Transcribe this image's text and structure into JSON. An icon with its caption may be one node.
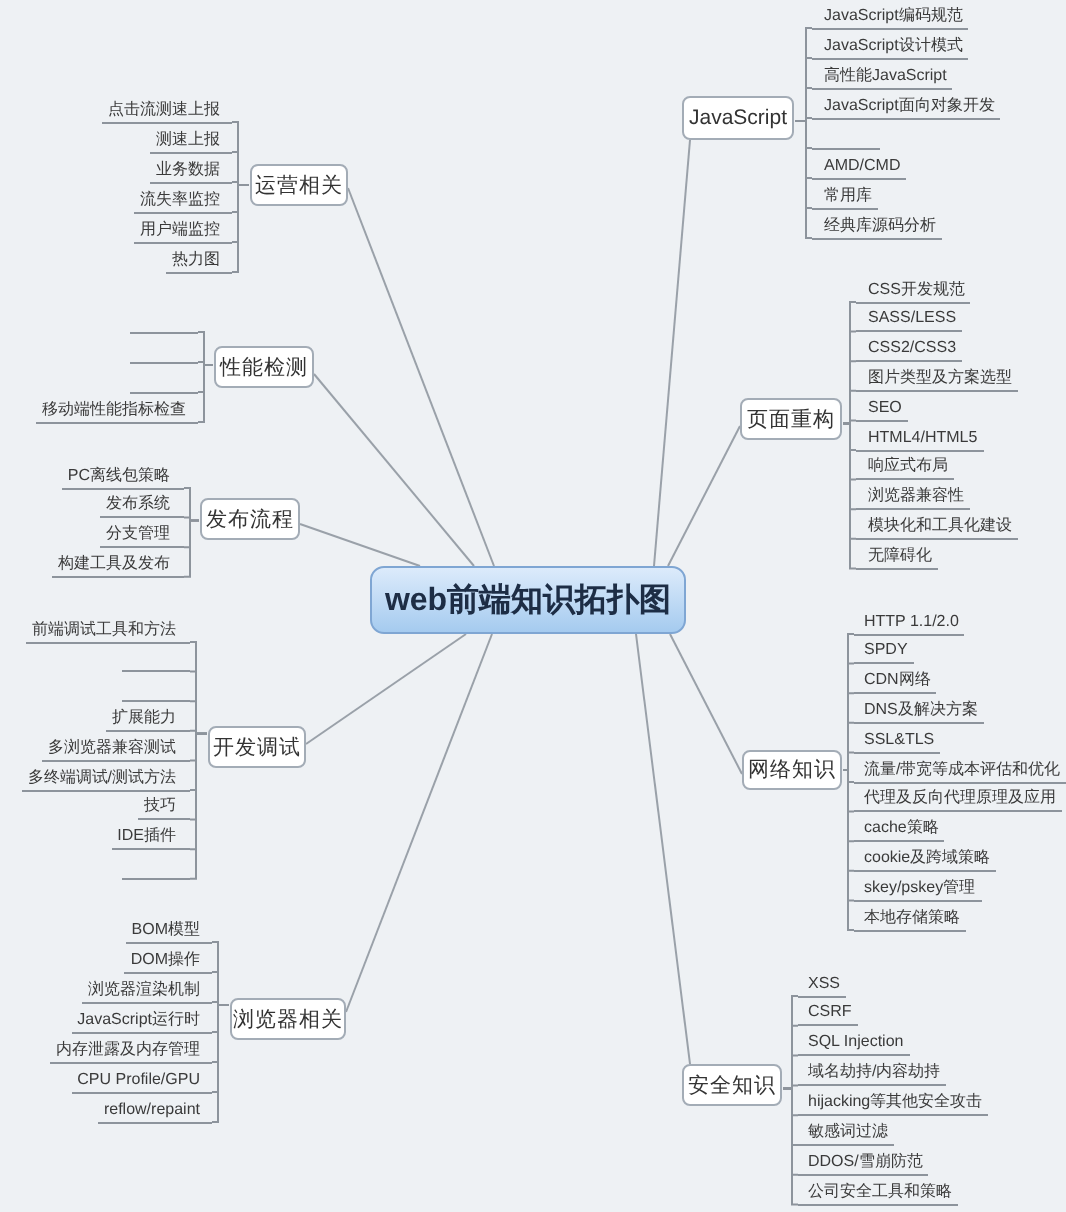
{
  "diagram": {
    "nodes": [
      {
        "text": [
          "web前端知识拓扑图"
        ]
      },
      {
        "text": [
          "JavaScript"
        ]
      },
      {
        "text": [
          "JavaScript编码规范"
        ]
      },
      {
        "text": [
          "JavaScript设计模式"
        ]
      },
      {
        "text": [
          "高性能JavaScript"
        ]
      },
      {
        "text": [
          "JavaScript面向对象开发"
        ]
      },
      {
        "text": [],
        "shape": "line"
      },
      {
        "text": [
          "AMD/CMD"
        ]
      },
      {
        "text": [
          "常用库"
        ]
      },
      {
        "text": [
          "经典库源码分析"
        ]
      },
      {
        "text": [
          "页面重构"
        ]
      },
      {
        "text": [
          "CSS开发规范"
        ]
      },
      {
        "text": [
          "SASS/LESS"
        ]
      },
      {
        "text": [
          "CSS2/CSS3"
        ]
      },
      {
        "text": [
          "图片类型及方案选型"
        ]
      },
      {
        "text": [
          "SEO"
        ]
      },
      {
        "text": [
          "HTML4/HTML5"
        ]
      },
      {
        "text": [
          "响应式布局"
        ]
      },
      {
        "text": [
          "浏览器兼容性"
        ]
      },
      {
        "text": [
          "模块化和工具化建设"
        ]
      },
      {
        "text": [
          "无障碍化"
        ]
      },
      {
        "text": [
          "网络知识"
        ]
      },
      {
        "text": [
          "HTTP 1.1/2.0"
        ]
      },
      {
        "text": [
          "SPDY"
        ]
      },
      {
        "text": [
          "CDN网络"
        ]
      },
      {
        "text": [
          "DNS及解决方案"
        ]
      },
      {
        "text": [
          "SSL&TLS"
        ]
      },
      {
        "text": [
          "流量/带宽等成本评估和优化"
        ]
      },
      {
        "text": [
          "代理及反向代理原理及应用"
        ]
      },
      {
        "text": [
          "cache策略"
        ]
      },
      {
        "text": [
          "cookie及跨域策略"
        ]
      },
      {
        "text": [
          "skey/pskey管理"
        ]
      },
      {
        "text": [
          "本地存储策略"
        ]
      },
      {
        "text": [
          "安全知识"
        ]
      },
      {
        "text": [
          "XSS"
        ]
      },
      {
        "text": [
          "CSRF"
        ]
      },
      {
        "text": [
          "SQL Injection"
        ]
      },
      {
        "text": [
          "域名劫持/内容劫持"
        ]
      },
      {
        "text": [
          "hijacking等其他安全攻击"
        ]
      },
      {
        "text": [
          "敏感词过滤"
        ]
      },
      {
        "text": [
          "DDOS/雪崩防范"
        ]
      },
      {
        "text": [
          "公司安全工具和策略"
        ]
      },
      {
        "text": [
          "运营相关"
        ]
      },
      {
        "text": [
          "点击流测速上报"
        ]
      },
      {
        "text": [
          "测速上报"
        ]
      },
      {
        "text": [
          "业务数据"
        ]
      },
      {
        "text": [
          "流失率监控"
        ]
      },
      {
        "text": [
          "用户端监控"
        ]
      },
      {
        "text": [
          "热力图"
        ]
      },
      {
        "text": [
          "性能检测"
        ]
      },
      {
        "text": [],
        "shape": "line"
      },
      {
        "text": [],
        "shape": "line"
      },
      {
        "text": [],
        "shape": "line"
      },
      {
        "text": [
          "移动端性能指标检查"
        ]
      },
      {
        "text": [
          "发布流程"
        ]
      },
      {
        "text": [
          "PC离线包策略"
        ]
      },
      {
        "text": [
          "发布系统"
        ]
      },
      {
        "text": [
          "分支管理"
        ]
      },
      {
        "text": [
          "构建工具及发布"
        ]
      },
      {
        "text": [
          "开发调试"
        ]
      },
      {
        "text": [
          "前端调试工具和方法"
        ]
      },
      {
        "text": [],
        "shape": "line"
      },
      {
        "text": [],
        "shape": "line"
      },
      {
        "text": [
          "扩展能力"
        ]
      },
      {
        "text": [
          "多浏览器兼容测试"
        ]
      },
      {
        "text": [
          "多终端调试/测试方法"
        ]
      },
      {
        "text": [
          "技巧"
        ]
      },
      {
        "text": [
          "IDE插件"
        ]
      },
      {
        "text": [],
        "shape": "line"
      },
      {
        "text": [
          "浏览器相关"
        ]
      },
      {
        "text": [
          "BOM模型"
        ]
      },
      {
        "text": [
          "DOM操作"
        ]
      },
      {
        "text": [
          "浏览器渲染机制"
        ]
      },
      {
        "text": [
          "JavaScript运行时"
        ]
      },
      {
        "text": [
          "内存泄露及内存管理"
        ]
      },
      {
        "text": [
          "CPU Profile/GPU"
        ]
      },
      {
        "text": [
          "reflow/repaint"
        ]
      }
    ],
    "edges": [
      {
        "from": 0,
        "to": 1,
        "arrow": "none"
      },
      {
        "from": 0,
        "to": 10,
        "arrow": "none"
      },
      {
        "from": 0,
        "to": 21,
        "arrow": "none"
      },
      {
        "from": 0,
        "to": 33,
        "arrow": "none"
      },
      {
        "from": 0,
        "to": 42,
        "arrow": "none"
      },
      {
        "from": 0,
        "to": 49,
        "arrow": "none"
      },
      {
        "from": 0,
        "to": 54,
        "arrow": "none"
      },
      {
        "from": 0,
        "to": 59,
        "arrow": "none"
      },
      {
        "from": 0,
        "to": 69,
        "arrow": "none"
      },
      {
        "from": 1,
        "to": 2,
        "arrow": "none"
      },
      {
        "from": 1,
        "to": 3,
        "arrow": "none"
      },
      {
        "from": 1,
        "to": 4,
        "arrow": "none"
      },
      {
        "from": 1,
        "to": 5,
        "arrow": "none"
      },
      {
        "from": 1,
        "to": 6,
        "arrow": "none"
      },
      {
        "from": 1,
        "to": 7,
        "arrow": "none"
      },
      {
        "from": 1,
        "to": 8,
        "arrow": "none"
      },
      {
        "from": 1,
        "to": 9,
        "arrow": "none"
      },
      {
        "from": 10,
        "to": 11,
        "arrow": "none"
      },
      {
        "from": 10,
        "to": 12,
        "arrow": "none"
      },
      {
        "from": 10,
        "to": 13,
        "arrow": "none"
      },
      {
        "from": 10,
        "to": 14,
        "arrow": "none"
      },
      {
        "from": 10,
        "to": 15,
        "arrow": "none"
      },
      {
        "from": 10,
        "to": 16,
        "arrow": "none"
      },
      {
        "from": 10,
        "to": 17,
        "arrow": "none"
      },
      {
        "from": 10,
        "to": 18,
        "arrow": "none"
      },
      {
        "from": 10,
        "to": 19,
        "arrow": "none"
      },
      {
        "from": 10,
        "to": 20,
        "arrow": "none"
      },
      {
        "from": 21,
        "to": 22,
        "arrow": "none"
      },
      {
        "from": 21,
        "to": 23,
        "arrow": "none"
      },
      {
        "from": 21,
        "to": 24,
        "arrow": "none"
      },
      {
        "from": 21,
        "to": 25,
        "arrow": "none"
      },
      {
        "from": 21,
        "to": 26,
        "arrow": "none"
      },
      {
        "from": 21,
        "to": 27,
        "arrow": "none"
      },
      {
        "from": 21,
        "to": 28,
        "arrow": "none"
      },
      {
        "from": 21,
        "to": 29,
        "arrow": "none"
      },
      {
        "from": 21,
        "to": 30,
        "arrow": "none"
      },
      {
        "from": 21,
        "to": 31,
        "arrow": "none"
      },
      {
        "from": 21,
        "to": 32,
        "arrow": "none"
      },
      {
        "from": 33,
        "to": 34,
        "arrow": "none"
      },
      {
        "from": 33,
        "to": 35,
        "arrow": "none"
      },
      {
        "from": 33,
        "to": 36,
        "arrow": "none"
      },
      {
        "from": 33,
        "to": 37,
        "arrow": "none"
      },
      {
        "from": 33,
        "to": 38,
        "arrow": "none"
      },
      {
        "from": 33,
        "to": 39,
        "arrow": "none"
      },
      {
        "from": 33,
        "to": 40,
        "arrow": "none"
      },
      {
        "from": 33,
        "to": 41,
        "arrow": "none"
      },
      {
        "from": 42,
        "to": 43,
        "arrow": "none"
      },
      {
        "from": 42,
        "to": 44,
        "arrow": "none"
      },
      {
        "from": 42,
        "to": 45,
        "arrow": "none"
      },
      {
        "from": 42,
        "to": 46,
        "arrow": "none"
      },
      {
        "from": 42,
        "to": 47,
        "arrow": "none"
      },
      {
        "from": 42,
        "to": 48,
        "arrow": "none"
      },
      {
        "from": 49,
        "to": 50,
        "arrow": "none"
      },
      {
        "from": 49,
        "to": 51,
        "arrow": "none"
      },
      {
        "from": 49,
        "to": 52,
        "arrow": "none"
      },
      {
        "from": 49,
        "to": 53,
        "arrow": "none"
      },
      {
        "from": 54,
        "to": 55,
        "arrow": "none"
      },
      {
        "from": 54,
        "to": 56,
        "arrow": "none"
      },
      {
        "from": 54,
        "to": 57,
        "arrow": "none"
      },
      {
        "from": 54,
        "to": 58,
        "arrow": "none"
      },
      {
        "from": 59,
        "to": 60,
        "arrow": "none"
      },
      {
        "from": 59,
        "to": 61,
        "arrow": "none"
      },
      {
        "from": 59,
        "to": 62,
        "arrow": "none"
      },
      {
        "from": 59,
        "to": 63,
        "arrow": "none"
      },
      {
        "from": 59,
        "to": 64,
        "arrow": "none"
      },
      {
        "from": 59,
        "to": 65,
        "arrow": "none"
      },
      {
        "from": 59,
        "to": 66,
        "arrow": "none"
      },
      {
        "from": 59,
        "to": 67,
        "arrow": "none"
      },
      {
        "from": 59,
        "to": 68,
        "arrow": "none"
      },
      {
        "from": 69,
        "to": 70,
        "arrow": "none"
      },
      {
        "from": 69,
        "to": 71,
        "arrow": "none"
      },
      {
        "from": 69,
        "to": 72,
        "arrow": "none"
      },
      {
        "from": 69,
        "to": 73,
        "arrow": "none"
      },
      {
        "from": 69,
        "to": 74,
        "arrow": "none"
      },
      {
        "from": 69,
        "to": 75,
        "arrow": "none"
      },
      {
        "from": 69,
        "to": 76,
        "arrow": "none"
      }
    ]
  }
}
